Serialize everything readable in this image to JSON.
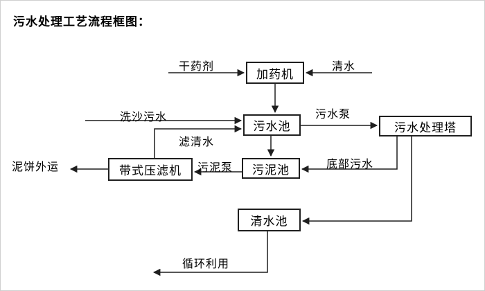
{
  "title": "污水处理工艺流程框图：",
  "nodes": {
    "dosing_machine": {
      "label": "加药机"
    },
    "sewage_pool": {
      "label": "污水池"
    },
    "sewage_treatment_tower": {
      "label": "污水处理塔"
    },
    "sludge_pool": {
      "label": "污泥池"
    },
    "belt_filter_press": {
      "label": "带式压滤机"
    },
    "clean_water_pool": {
      "label": "清水池"
    }
  },
  "flow_labels": {
    "dry_agent": "干药剂",
    "clean_water": "清水",
    "sand_wash_sewage": "洗沙污水",
    "sewage_pump": "污水泵",
    "filtered_water": "滤清水",
    "sludge_pump": "污泥泵",
    "bottom_sewage": "底部污水",
    "mud_cake_out": "泥饼外运",
    "recycle_use": "循环利用"
  },
  "colors": {
    "line": "#1f1f1f",
    "text": "#000000",
    "background": "#ffffff",
    "frame": "#cfcfcf"
  }
}
